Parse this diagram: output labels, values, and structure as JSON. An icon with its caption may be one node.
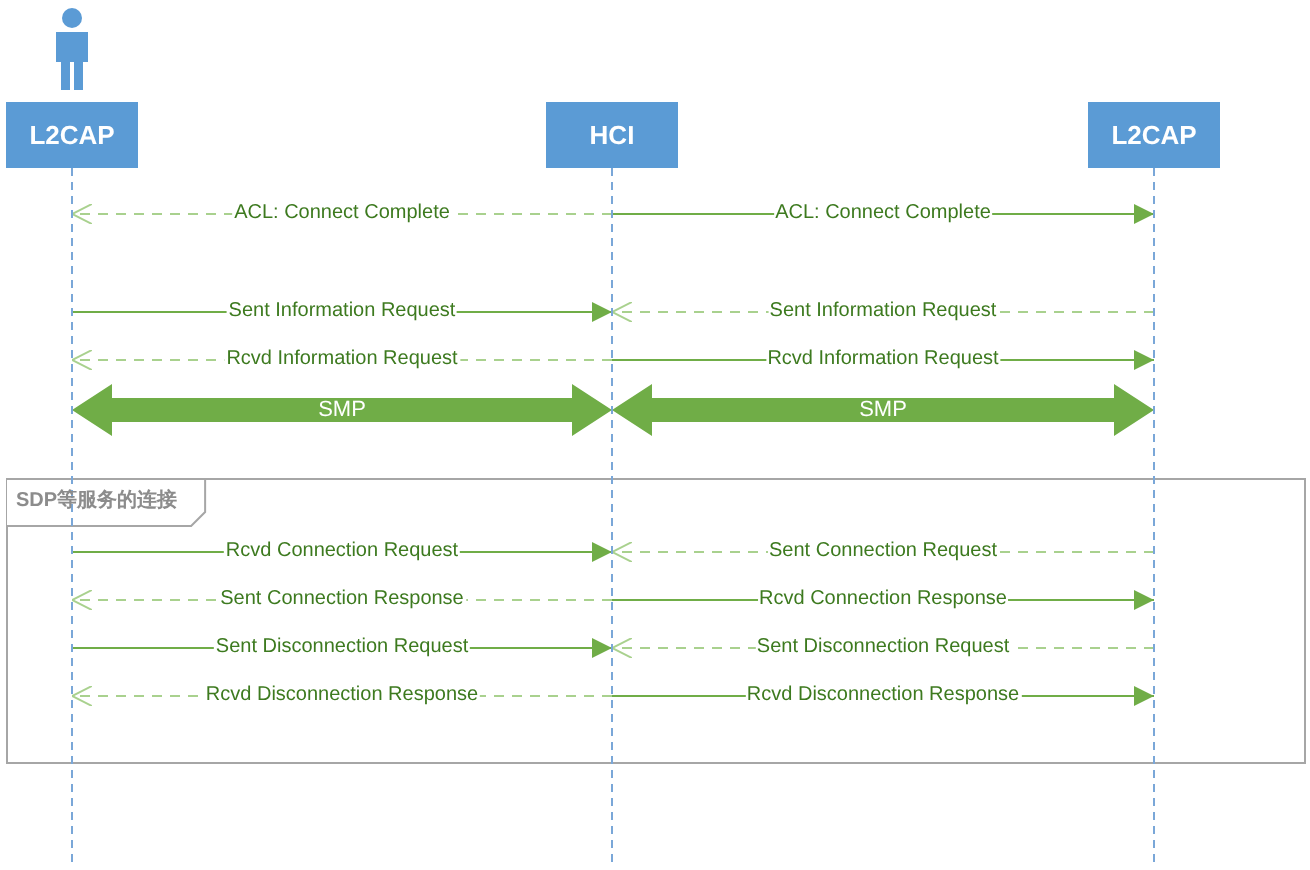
{
  "diagram": {
    "nodes": [
      {
        "text": [
          "L2CAP"
        ]
      },
      {
        "text": [
          "HCI"
        ]
      },
      {
        "text": [
          "L2CAP"
        ]
      }
    ],
    "labels": [
      "SDP等服务的连接"
    ],
    "edges": [
      {
        "from": 1,
        "to": 0,
        "arrow": "to",
        "label": "ACL: Connect Complete",
        "style": "dashed",
        "color": "#a9d18e"
      },
      {
        "from": 1,
        "to": 2,
        "arrow": "to",
        "label": "ACL: Connect Complete"
      },
      {
        "from": 0,
        "to": 1,
        "arrow": "to",
        "label": "Sent Information Request"
      },
      {
        "from": 2,
        "to": 1,
        "arrow": "to",
        "label": "Sent Information Request",
        "style": "dashed",
        "color": "#a9d18e"
      },
      {
        "from": 1,
        "to": 0,
        "arrow": "to",
        "label": "Rcvd Information Request",
        "style": "dashed",
        "color": "#a9d18e"
      },
      {
        "from": 1,
        "to": 2,
        "arrow": "to",
        "label": "Rcvd Information Request"
      },
      {
        "from": 0,
        "to": 1,
        "arrow": "both",
        "label": "SMP",
        "style": "thick"
      },
      {
        "from": 1,
        "to": 2,
        "arrow": "both",
        "label": "SMP",
        "style": "thick"
      },
      {
        "from": 0,
        "to": 1,
        "arrow": "to",
        "label": "Rcvd Connection Request"
      },
      {
        "from": 2,
        "to": 1,
        "arrow": "to",
        "label": "Sent Connection Request",
        "style": "dashed",
        "color": "#a9d18e"
      },
      {
        "from": 1,
        "to": 0,
        "arrow": "to",
        "label": "Sent Connection Response",
        "style": "dashed",
        "color": "#a9d18e"
      },
      {
        "from": 1,
        "to": 2,
        "arrow": "to",
        "label": "Rcvd Connection Response"
      },
      {
        "from": 0,
        "to": 1,
        "arrow": "to",
        "label": "Sent Disconnection Request"
      },
      {
        "from": 2,
        "to": 1,
        "arrow": "to",
        "label": "Sent Disconnection Request",
        "style": "dashed",
        "color": "#a9d18e"
      },
      {
        "from": 1,
        "to": 0,
        "arrow": "to",
        "label": "Rcvd Disconnection Response",
        "style": "dashed",
        "color": "#a9d18e"
      },
      {
        "from": 1,
        "to": 2,
        "arrow": "to",
        "label": "Rcvd Disconnection Response"
      }
    ]
  }
}
